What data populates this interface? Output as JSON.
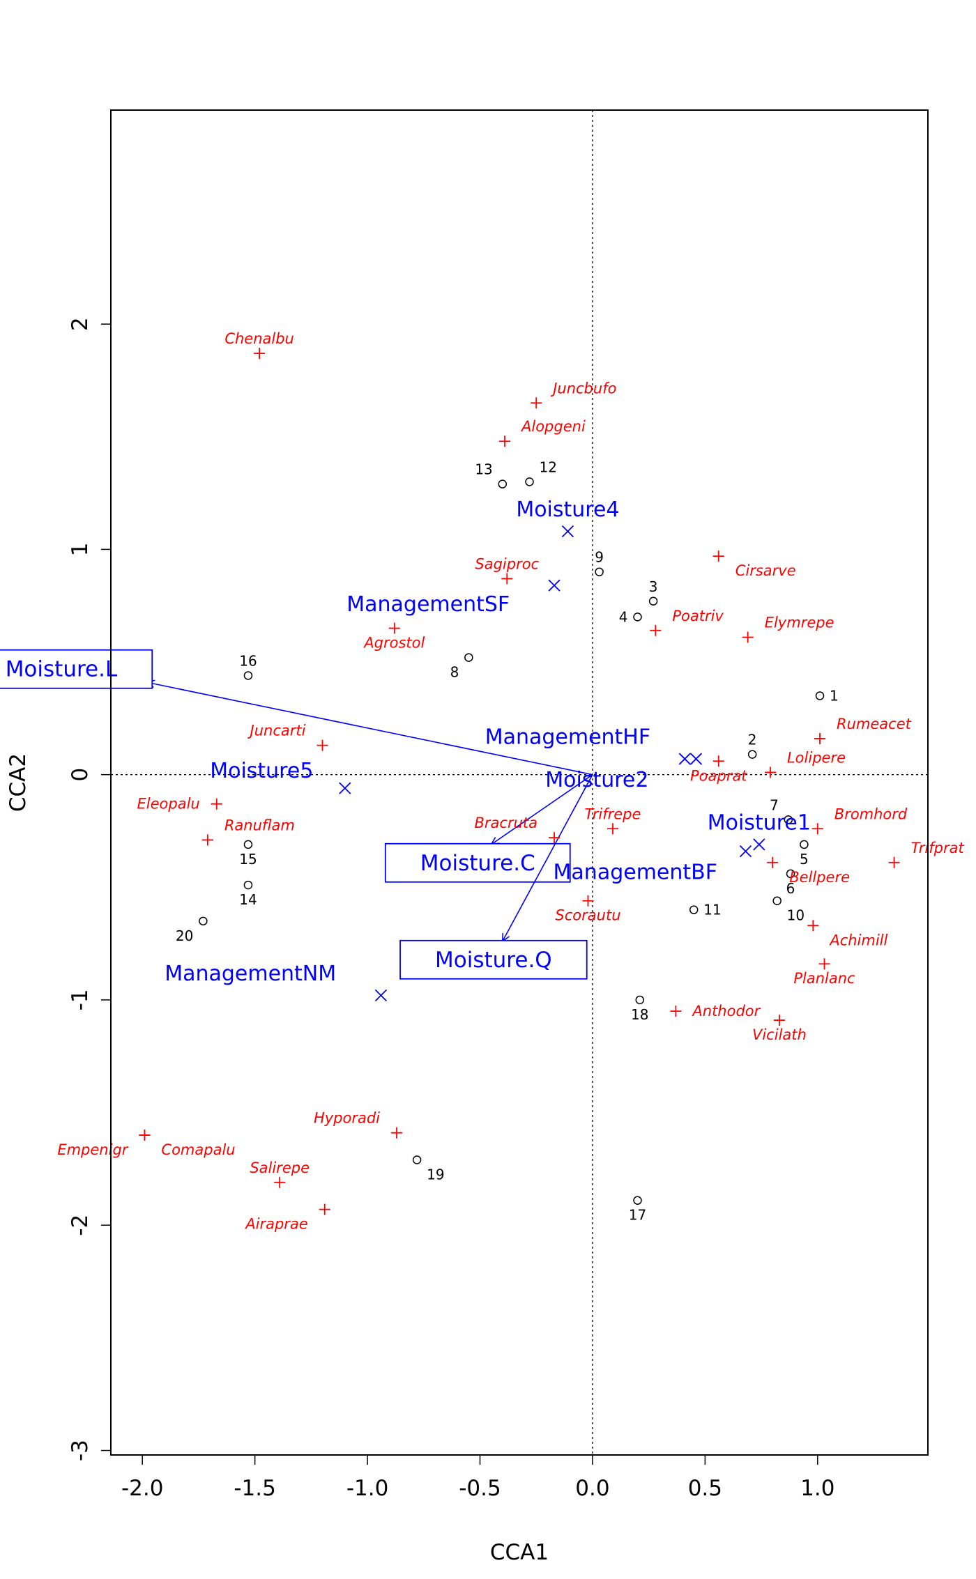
{
  "chart_data": {
    "type": "scatter",
    "title": "",
    "xlabel": "CCA1",
    "ylabel": "CCA2",
    "xlim": [
      -2.14,
      1.49
    ],
    "ylim": [
      -3.02,
      2.95
    ],
    "x_ticks": [
      {
        "value": -2.0,
        "label": "-2.0"
      },
      {
        "value": -1.5,
        "label": "-1.5"
      },
      {
        "value": -1.0,
        "label": "-1.0"
      },
      {
        "value": -0.5,
        "label": "-0.5"
      },
      {
        "value": 0.0,
        "label": "0.0"
      },
      {
        "value": 0.5,
        "label": "0.5"
      },
      {
        "value": 1.0,
        "label": "1.0"
      }
    ],
    "y_ticks": [
      {
        "value": -3,
        "label": "-3"
      },
      {
        "value": -2,
        "label": "-2"
      },
      {
        "value": -1,
        "label": "-1"
      },
      {
        "value": 0,
        "label": "0"
      },
      {
        "value": 1,
        "label": "1"
      },
      {
        "value": 2,
        "label": "2"
      }
    ],
    "reference_lines": {
      "x": 0,
      "y": 0,
      "style": "dotted"
    },
    "colors": {
      "sites": "#000000",
      "species": "#ff0000",
      "centroids": "#0000ff",
      "arrows": "#0000ff"
    },
    "sites": [
      {
        "label": "1",
        "x": 1.01,
        "y": 0.35,
        "label_side": "right"
      },
      {
        "label": "2",
        "x": 0.71,
        "y": 0.09,
        "label_side": "above"
      },
      {
        "label": "3",
        "x": 0.27,
        "y": 0.77,
        "label_side": "above"
      },
      {
        "label": "4",
        "x": 0.2,
        "y": 0.7,
        "label_side": "left"
      },
      {
        "label": "5",
        "x": 0.94,
        "y": -0.31,
        "label_side": "below"
      },
      {
        "label": "6",
        "x": 0.88,
        "y": -0.44,
        "label_side": "below"
      },
      {
        "label": "7",
        "x": 0.87,
        "y": -0.2,
        "label_side": "above-left"
      },
      {
        "label": "8",
        "x": -0.55,
        "y": 0.52,
        "label_side": "below-left"
      },
      {
        "label": "9",
        "x": 0.03,
        "y": 0.9,
        "label_side": "above"
      },
      {
        "label": "10",
        "x": 0.82,
        "y": -0.56,
        "label_side": "below-right"
      },
      {
        "label": "11",
        "x": 0.45,
        "y": -0.6,
        "label_side": "right"
      },
      {
        "label": "12",
        "x": -0.28,
        "y": 1.3,
        "label_side": "above-right"
      },
      {
        "label": "13",
        "x": -0.4,
        "y": 1.29,
        "label_side": "above-left"
      },
      {
        "label": "14",
        "x": -1.53,
        "y": -0.49,
        "label_side": "below"
      },
      {
        "label": "15",
        "x": -1.53,
        "y": -0.31,
        "label_side": "below"
      },
      {
        "label": "16",
        "x": -1.53,
        "y": 0.44,
        "label_side": "above"
      },
      {
        "label": "17",
        "x": 0.2,
        "y": -1.89,
        "label_side": "below"
      },
      {
        "label": "18",
        "x": 0.21,
        "y": -1.0,
        "label_side": "below"
      },
      {
        "label": "19",
        "x": -0.78,
        "y": -1.71,
        "label_side": "below-right"
      },
      {
        "label": "20",
        "x": -1.73,
        "y": -0.65,
        "label_side": "below-left"
      }
    ],
    "species": [
      {
        "label": "Achimill",
        "x": 0.98,
        "y": -0.67,
        "label_side": "below-right"
      },
      {
        "label": "Agrostol",
        "x": -0.88,
        "y": 0.65,
        "label_side": "below"
      },
      {
        "label": "Airaprae",
        "x": -1.19,
        "y": -1.93,
        "label_side": "below-left"
      },
      {
        "label": "Alopgeni",
        "x": -0.39,
        "y": 1.48,
        "label_side": "above-right"
      },
      {
        "label": "Anthodor",
        "x": 0.37,
        "y": -1.05,
        "label_side": "right"
      },
      {
        "label": "Bellpere",
        "x": 0.8,
        "y": -0.39,
        "label_side": "below-right"
      },
      {
        "label": "Bromhord",
        "x": 1.0,
        "y": -0.24,
        "label_side": "above-right"
      },
      {
        "label": "Chenalbu",
        "x": -1.48,
        "y": 1.87,
        "label_side": "above"
      },
      {
        "label": "Cirsarve",
        "x": 0.56,
        "y": 0.97,
        "label_side": "below-right"
      },
      {
        "label": "Comapalu",
        "x": -1.99,
        "y": -1.6,
        "label_side": "below-right"
      },
      {
        "label": "Eleopalu",
        "x": -1.67,
        "y": -0.13,
        "label_side": "left"
      },
      {
        "label": "Elymrepe",
        "x": 0.69,
        "y": 0.61,
        "label_side": "above-right"
      },
      {
        "label": "Empenigr",
        "x": -1.99,
        "y": -1.6,
        "label_side": "below-left"
      },
      {
        "label": "Hyporadi",
        "x": -0.87,
        "y": -1.59,
        "label_side": "above-left"
      },
      {
        "label": "Juncarti",
        "x": -1.2,
        "y": 0.13,
        "label_side": "above-left"
      },
      {
        "label": "Juncbufo",
        "x": -0.25,
        "y": 1.65,
        "label_side": "above-right"
      },
      {
        "label": "Lolipere",
        "x": 0.79,
        "y": 0.01,
        "label_side": "above-right"
      },
      {
        "label": "Planlanc",
        "x": 1.03,
        "y": -0.84,
        "label_side": "below"
      },
      {
        "label": "Poaprat",
        "x": 0.56,
        "y": 0.06,
        "label_side": "below"
      },
      {
        "label": "Poatriv",
        "x": 0.28,
        "y": 0.64,
        "label_side": "above-right"
      },
      {
        "label": "Ranuflam",
        "x": -1.71,
        "y": -0.29,
        "label_side": "above-right"
      },
      {
        "label": "Rumeacet",
        "x": 1.01,
        "y": 0.16,
        "label_side": "above-right"
      },
      {
        "label": "Sagiproc",
        "x": -0.38,
        "y": 0.87,
        "label_side": "above"
      },
      {
        "label": "Salirepe",
        "x": -1.39,
        "y": -1.81,
        "label_side": "above"
      },
      {
        "label": "Scorautu",
        "x": -0.02,
        "y": -0.56,
        "label_side": "below"
      },
      {
        "label": "Trifprat",
        "x": 1.34,
        "y": -0.39,
        "label_side": "above-right"
      },
      {
        "label": "Trifrepe",
        "x": 0.09,
        "y": -0.24,
        "label_side": "above"
      },
      {
        "label": "Vicilath",
        "x": 0.83,
        "y": -1.09,
        "label_side": "below"
      },
      {
        "label": "Bracruta",
        "x": -0.17,
        "y": -0.28,
        "label_side": "above-left"
      }
    ],
    "centroids": [
      {
        "label": "Moisture1",
        "x": 0.74,
        "y": -0.31,
        "label_x": 0.74,
        "label_y": -0.21
      },
      {
        "label": "Moisture2",
        "x": 0.46,
        "y": 0.07,
        "label_x": 0.02,
        "label_y": -0.02
      },
      {
        "label": "Moisture4",
        "x": -0.11,
        "y": 1.08,
        "label_x": -0.11,
        "label_y": 1.18
      },
      {
        "label": "Moisture5",
        "x": -1.1,
        "y": -0.06,
        "label_x": -1.47,
        "label_y": 0.02
      },
      {
        "label": "ManagementBF",
        "x": 0.68,
        "y": -0.34,
        "label_x": 0.19,
        "label_y": -0.43
      },
      {
        "label": "ManagementHF",
        "x": 0.41,
        "y": 0.07,
        "label_x": -0.11,
        "label_y": 0.17
      },
      {
        "label": "ManagementNM",
        "x": -0.94,
        "y": -0.98,
        "label_x": -1.52,
        "label_y": -0.88
      },
      {
        "label": "ManagementSF",
        "x": -0.17,
        "y": 0.84,
        "label_x": -0.73,
        "label_y": 0.76
      }
    ],
    "arrows": [
      {
        "label": "Moisture.L",
        "x": -1.98,
        "y": 0.41,
        "label_x": -2.36,
        "label_y": 0.47
      },
      {
        "label": "Moisture.C",
        "x": -0.45,
        "y": -0.31,
        "label_x": -0.51,
        "label_y": -0.39
      },
      {
        "label": "Moisture.Q",
        "x": -0.4,
        "y": -0.74,
        "label_x": -0.44,
        "label_y": -0.82
      }
    ]
  }
}
